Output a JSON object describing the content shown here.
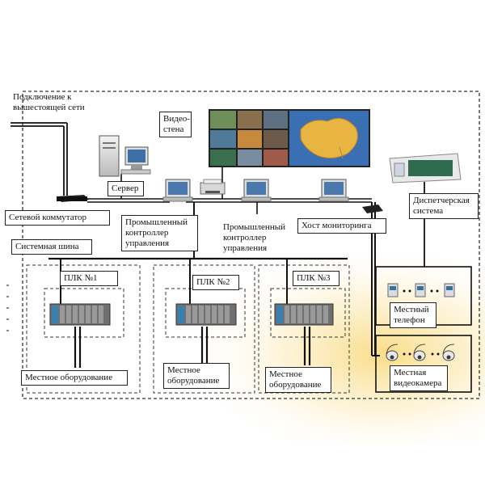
{
  "labels": {
    "uplink": "Подключение к вышестоящей сети",
    "video_wall": "Видео-стена",
    "server": "Сервер",
    "network_switch": "Сетевой коммутатор",
    "industrial_controller_1": "Промышленный контроллер управления",
    "industrial_controller_2": "Промышленный контроллер управления",
    "monitoring_host": "Хост мониторинга",
    "dispatch_system": "Диспетчерская система",
    "system_bus": "Системная шина",
    "plc_1": "ПЛК №1",
    "plc_2": "ПЛК №2",
    "plc_3": "ПЛК №3",
    "local_equipment_1": "Местное оборудование",
    "local_equipment_2": "Местное оборудование",
    "local_equipment_3": "Местное оборудование",
    "local_phone": "Местный телефон",
    "local_camera": "Местная видеокамера"
  },
  "colors": {
    "line": "#111111",
    "dash": "#333333",
    "accent_glow": "#f6c54a",
    "map_sea": "#3b6fb4",
    "map_land": "#e8b542"
  }
}
